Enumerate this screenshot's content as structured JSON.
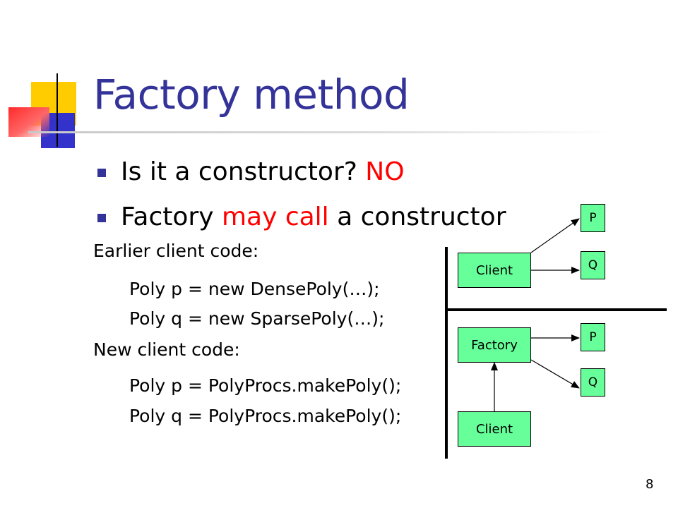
{
  "slide": {
    "title": "Factory method",
    "bullets": [
      {
        "parts": [
          "Is it a constructor? ",
          "NO"
        ]
      },
      {
        "parts": [
          "Factory ",
          "may call",
          " a constructor"
        ]
      }
    ],
    "lines": [
      "Earlier client code:",
      "Poly p = new DensePoly(…);",
      "Poly q = new SparsePoly(…);",
      "New client code:",
      "Poly p = PolyProcs.makePoly();",
      "Poly q = PolyProcs.makePoly();"
    ],
    "page_number": "8"
  },
  "diagram": {
    "top": {
      "client": "Client",
      "p": "P",
      "q": "Q"
    },
    "bottom": {
      "factory": "Factory",
      "client": "Client",
      "p": "P",
      "q": "Q"
    }
  },
  "colors": {
    "title": "#333399",
    "bullet": "#333399",
    "emphasis": "#ff0000",
    "box_fill": "#66ff99",
    "deco_yellow": "#ffcc00",
    "deco_blue": "#3333cc",
    "deco_red": "#ff3333"
  }
}
